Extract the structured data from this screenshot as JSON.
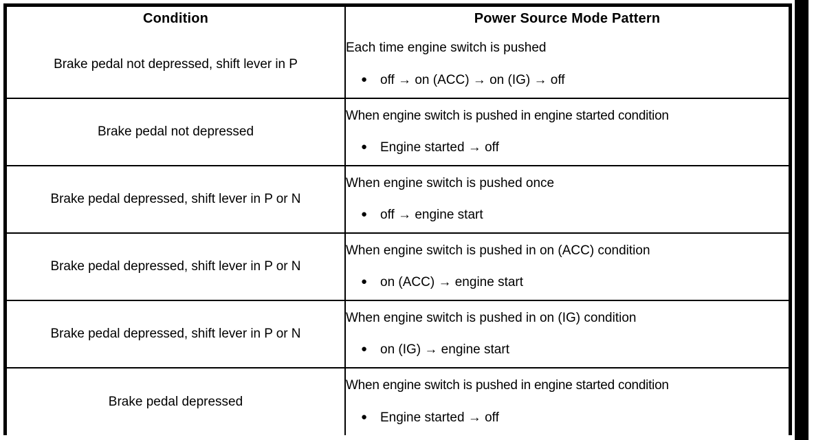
{
  "table": {
    "columns": [
      {
        "id": "condition",
        "header": "Condition"
      },
      {
        "id": "pattern",
        "header": "Power Source Mode Pattern"
      }
    ],
    "rows": [
      {
        "condition": "Brake pedal not depressed, shift lever in P",
        "description": "Each time engine switch is pushed",
        "bullet": "●",
        "item": "off → on (ACC) → on (IG) → off"
      },
      {
        "condition": "Brake pedal not depressed",
        "description": "When engine switch is pushed in engine started condition",
        "bullet": "●",
        "item": "Engine started → off"
      },
      {
        "condition": "Brake pedal depressed, shift lever in P or N",
        "description": "When engine switch is pushed once",
        "bullet": "●",
        "item": "off → engine start"
      },
      {
        "condition": "Brake pedal depressed, shift lever in P or N",
        "description": "When engine switch is pushed in on (ACC) condition",
        "bullet": "●",
        "item": "on (ACC) → engine start"
      },
      {
        "condition": "Brake pedal depressed, shift lever in P or N",
        "description": "When engine switch is pushed in on (IG) condition",
        "bullet": "●",
        "item": "on (IG) → engine start"
      },
      {
        "condition": "Brake pedal depressed",
        "description": "When engine switch is pushed in engine started condition",
        "bullet": "●",
        "item": "Engine started → off"
      }
    ]
  },
  "colors": {
    "ink": "#000000",
    "paper": "#ffffff"
  }
}
